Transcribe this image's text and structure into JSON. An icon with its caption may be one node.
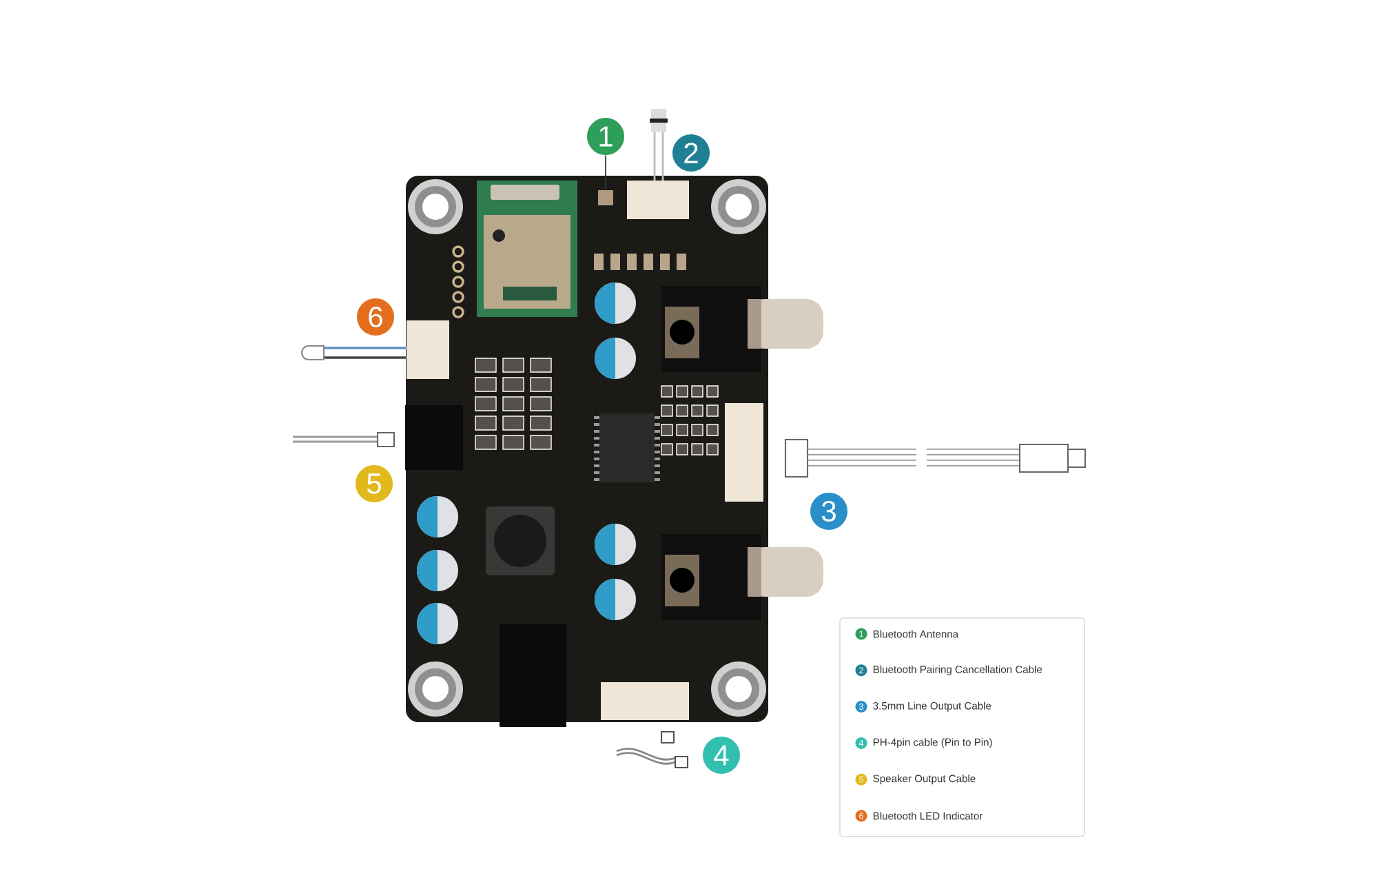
{
  "diagram": {
    "nodes": [
      {
        "text": [
          "1"
        ]
      },
      {
        "text": [
          "2"
        ]
      },
      {
        "text": [
          "6"
        ]
      },
      {
        "text": [
          "5"
        ]
      },
      {
        "text": [
          "3"
        ]
      },
      {
        "text": [
          "4"
        ]
      },
      {
        "text": [],
        "shape": "box"
      }
    ],
    "edges": [
      {
        "from": 0,
        "to": 6,
        "arrow": "none"
      }
    ],
    "labels": [
      "1",
      "2",
      "3",
      "4",
      "5",
      "6"
    ],
    "legend": [
      {
        "text": "Bluetooth Antenna",
        "color": "#2e9e5b"
      },
      {
        "text": "Bluetooth Pairing Cancellation Cable",
        "color": "#1f7f94"
      },
      {
        "text": "3.5mm Line Output Cable",
        "color": "#2a8fc8"
      },
      {
        "text": "PH-4pin cable (Pin to Pin)",
        "color": "#33bfb0"
      },
      {
        "text": "Speaker Output Cable",
        "color": "#e2b91c"
      },
      {
        "text": "Bluetooth LED Indicator",
        "color": "#e36f1e"
      }
    ]
  }
}
